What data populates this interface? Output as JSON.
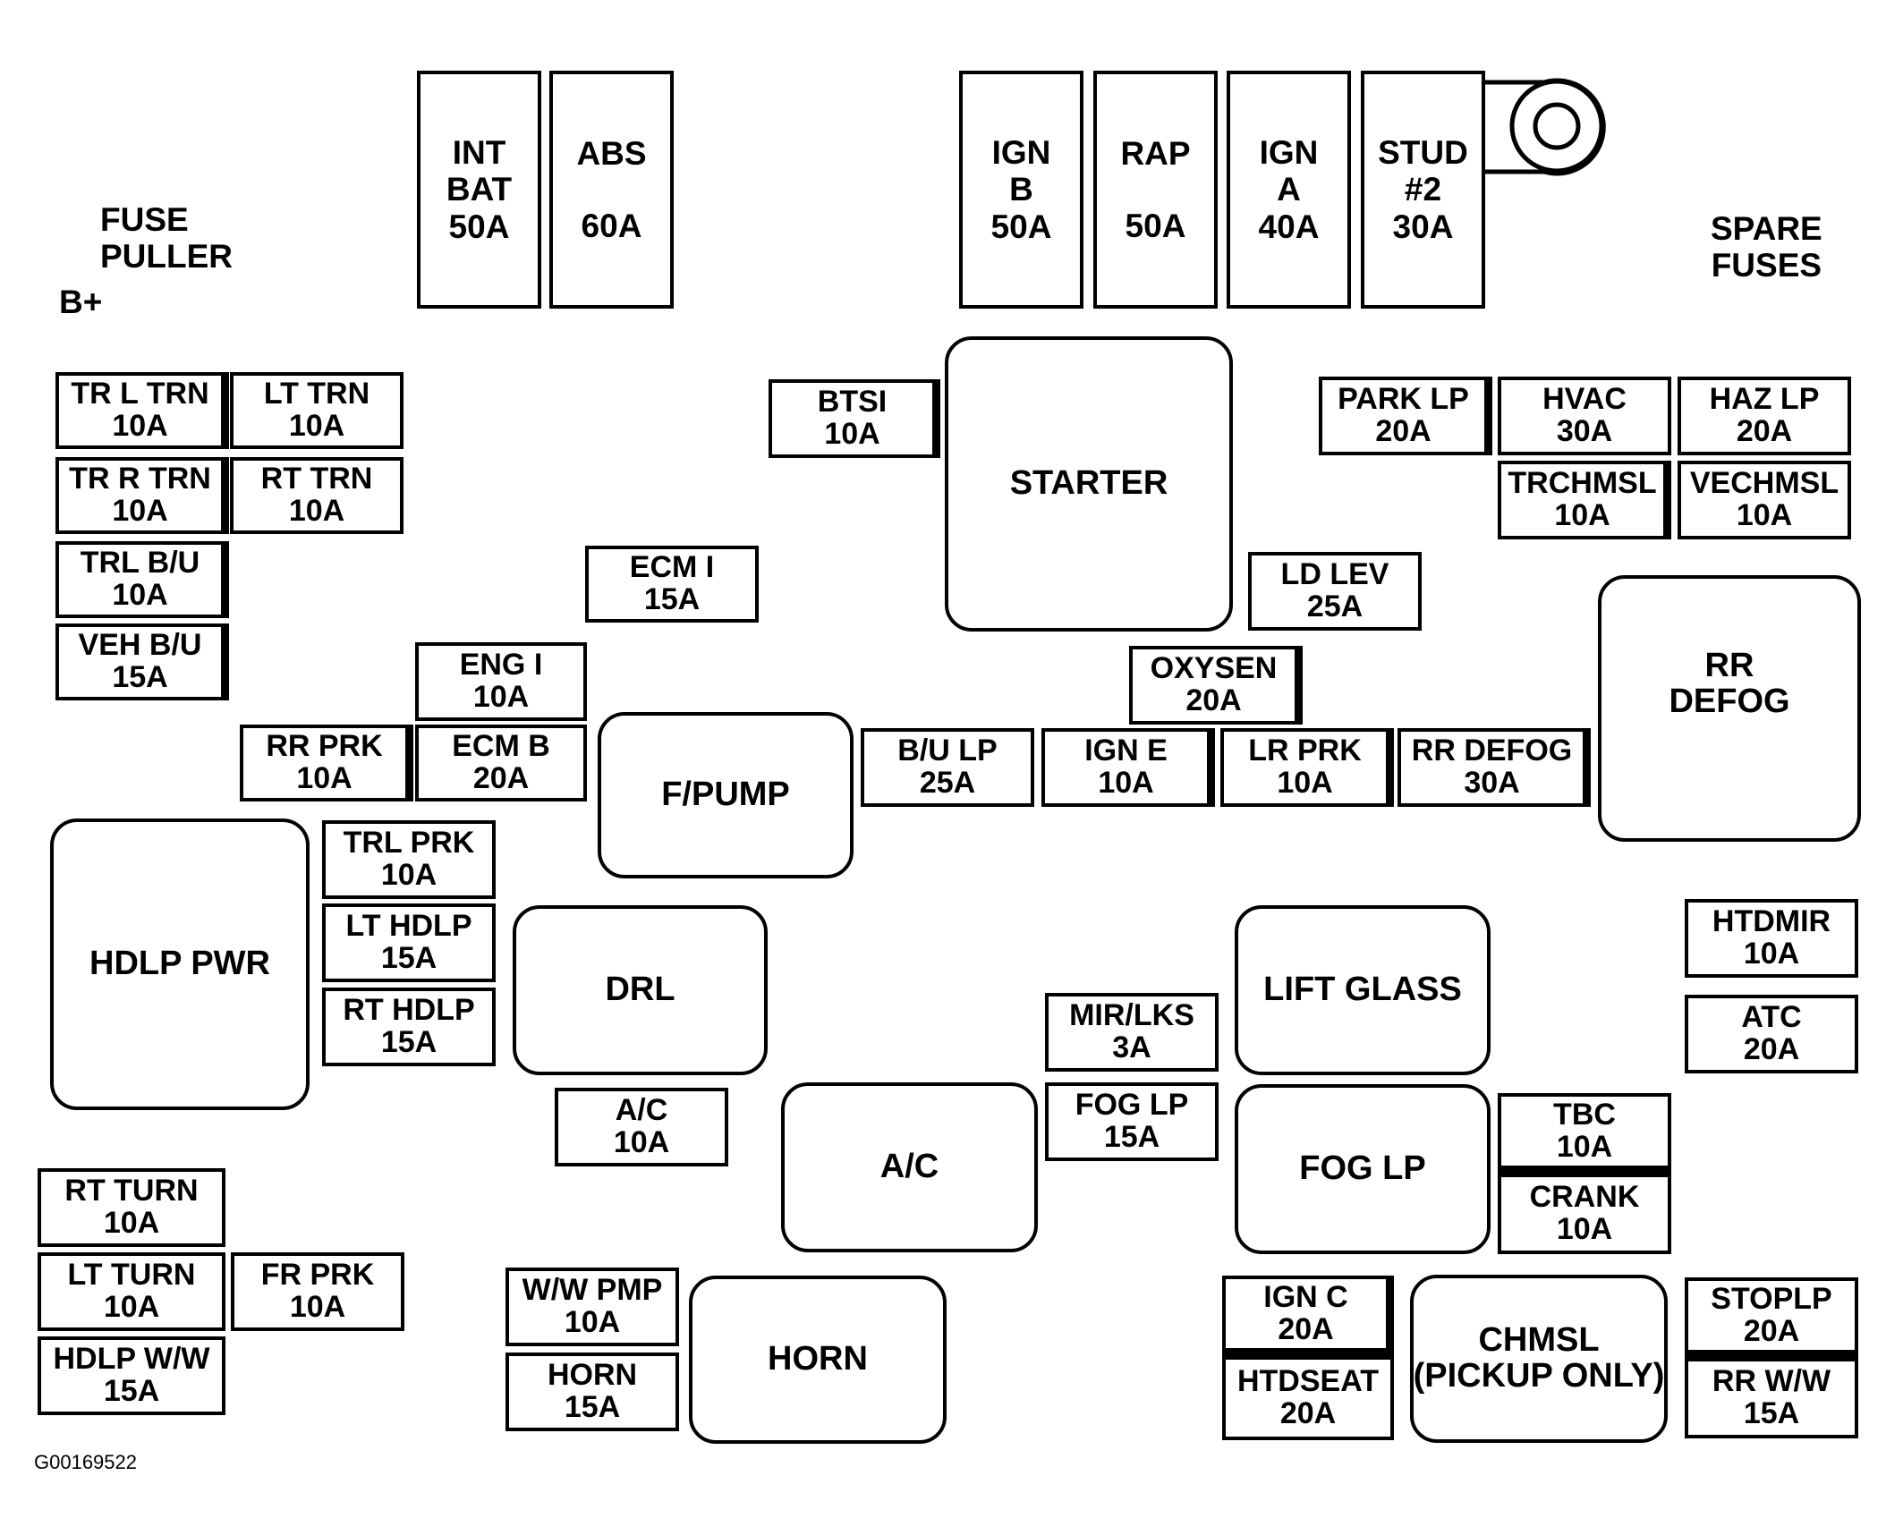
{
  "labels": {
    "fuse_puller": [
      "FUSE",
      "PULLER"
    ],
    "b_plus": "B+",
    "spare_fuses": [
      "SPARE",
      "FUSES"
    ],
    "figure_code": "G00169522"
  },
  "maxi_fuses": {
    "int_bat": [
      "INT",
      "BAT",
      "50A"
    ],
    "abs": [
      "ABS",
      "60A"
    ],
    "ign_b": [
      "IGN",
      "B",
      "50A"
    ],
    "rap": [
      "RAP",
      "50A"
    ],
    "ign_a": [
      "IGN",
      "A",
      "40A"
    ],
    "stud_2": [
      "STUD",
      "#2",
      "30A"
    ]
  },
  "fuses": {
    "tr_l_trn": [
      "TR L TRN",
      "10A"
    ],
    "lt_trn": [
      "LT TRN",
      "10A"
    ],
    "tr_r_trn": [
      "TR R TRN",
      "10A"
    ],
    "rt_trn": [
      "RT TRN",
      "10A"
    ],
    "trl_bu": [
      "TRL B/U",
      "10A"
    ],
    "veh_bu": [
      "VEH B/U",
      "15A"
    ],
    "btsi": [
      "BTSI",
      "10A"
    ],
    "ecm_i": [
      "ECM I",
      "15A"
    ],
    "eng_i": [
      "ENG I",
      "10A"
    ],
    "rr_prk": [
      "RR PRK",
      "10A"
    ],
    "ecm_b": [
      "ECM B",
      "20A"
    ],
    "park_lp": [
      "PARK LP",
      "20A"
    ],
    "hvac": [
      "HVAC",
      "30A"
    ],
    "haz_lp": [
      "HAZ LP",
      "20A"
    ],
    "trchmsl": [
      "TRCHMSL",
      "10A"
    ],
    "vechmsl": [
      "VECHMSL",
      "10A"
    ],
    "ld_lev": [
      "LD LEV",
      "25A"
    ],
    "oxysen": [
      "OXYSEN",
      "20A"
    ],
    "bu_lp": [
      "B/U LP",
      "25A"
    ],
    "ign_e": [
      "IGN E",
      "10A"
    ],
    "lr_prk": [
      "LR PRK",
      "10A"
    ],
    "rr_defog_fuse": [
      "RR DEFOG",
      "30A"
    ],
    "trl_prk": [
      "TRL PRK",
      "10A"
    ],
    "lt_hdlp": [
      "LT HDLP",
      "15A"
    ],
    "rt_hdlp": [
      "RT HDLP",
      "15A"
    ],
    "htdmir": [
      "HTDMIR",
      "10A"
    ],
    "atc": [
      "ATC",
      "20A"
    ],
    "mir_lks": [
      "MIR/LKS",
      "3A"
    ],
    "fog_lp_fuse": [
      "FOG LP",
      "15A"
    ],
    "ac_fuse": [
      "A/C",
      "10A"
    ],
    "tbc": [
      "TBC",
      "10A"
    ],
    "crank": [
      "CRANK",
      "10A"
    ],
    "rt_turn": [
      "RT TURN",
      "10A"
    ],
    "lt_turn": [
      "LT TURN",
      "10A"
    ],
    "fr_prk": [
      "FR PRK",
      "10A"
    ],
    "hdlp_ww": [
      "HDLP W/W",
      "15A"
    ],
    "ww_pmp": [
      "W/W PMP",
      "10A"
    ],
    "horn_fuse": [
      "HORN",
      "15A"
    ],
    "ign_c": [
      "IGN C",
      "20A"
    ],
    "htdseat": [
      "HTDSEAT",
      "20A"
    ],
    "stoplp": [
      "STOPLP",
      "20A"
    ],
    "rr_ww": [
      "RR W/W",
      "15A"
    ]
  },
  "relays": {
    "starter": [
      "STARTER"
    ],
    "rr_defog": [
      "RR",
      "DEFOG"
    ],
    "f_pump": [
      "F/PUMP"
    ],
    "hdlp_pwr": [
      "HDLP PWR"
    ],
    "drl": [
      "DRL"
    ],
    "lift_glass": [
      "LIFT GLASS"
    ],
    "ac": [
      "A/C"
    ],
    "fog_lp": [
      "FOG LP"
    ],
    "horn": [
      "HORN"
    ],
    "chmsl": [
      "CHMSL",
      "(PICKUP ONLY)"
    ]
  }
}
